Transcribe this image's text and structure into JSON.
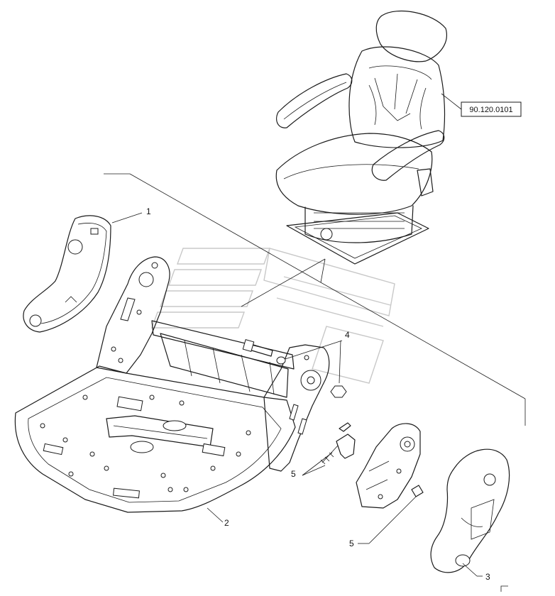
{
  "diagram": {
    "reference_code": "90.120.0101"
  },
  "callouts": [
    "1",
    "2",
    "3",
    "4",
    "5",
    "5"
  ]
}
